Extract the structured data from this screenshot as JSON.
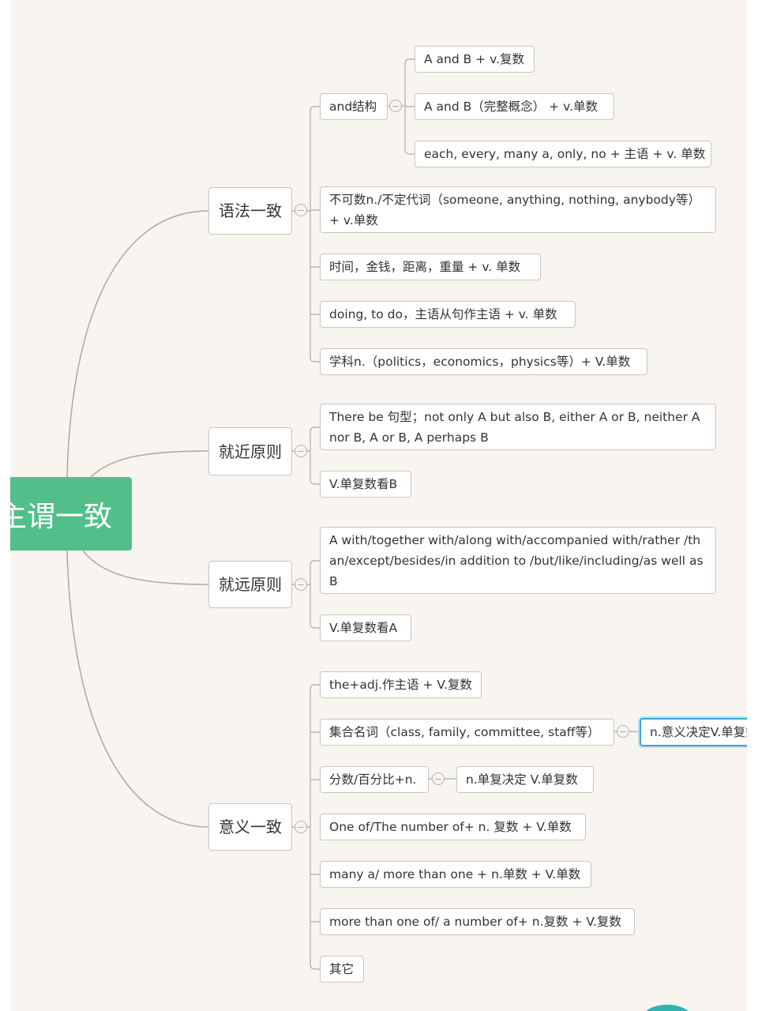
{
  "root": {
    "label": "主谓一致",
    "color": "#52bf8a"
  },
  "branches": [
    {
      "label": "语法一致",
      "children": [
        {
          "label": "and结构",
          "children": [
            "A and B + v.复数",
            "A and B（完整概念） + v.单数",
            "each, every, many a, only, no + 主语 + v. 单数"
          ]
        },
        {
          "label": "不可数n./不定代词（someone, anything, nothing, anybody等）+ v.单数"
        },
        {
          "label": "时间，金钱，距离，重量 + v. 单数"
        },
        {
          "label": "doing, to do，主语从句作主语 + v. 单数"
        },
        {
          "label": "学科n.（politics，economics，physics等）+ V.单数"
        }
      ]
    },
    {
      "label": "就近原则",
      "children": [
        {
          "label": "There be 句型；not only A but also B, either A or B, neither A nor B, A or B, A perhaps B"
        },
        {
          "label": "V.单复数看B"
        }
      ]
    },
    {
      "label": "就远原则",
      "children": [
        {
          "label": "A with/together with/along with/accompanied with/rather /than/except/besides/in addition to /but/like/including/as well as B"
        },
        {
          "label": "V.单复数看A"
        }
      ]
    },
    {
      "label": "意义一致",
      "children": [
        {
          "label": "the+adj.作主语 + V.复数"
        },
        {
          "label": "集合名词（class, family, committee, staff等）",
          "children": [
            "n.意义决定V.单复数"
          ]
        },
        {
          "label": "分数/百分比+n.",
          "children": [
            "n.单复决定 V.单复数"
          ]
        },
        {
          "label": "One of/The number of+ n. 复数 + V.单数"
        },
        {
          "label": "many a/ more than one + n.单数 + V.单数"
        },
        {
          "label": "more than one of/ a number of+ n.复数 + V.复数"
        },
        {
          "label": "其它"
        }
      ]
    }
  ],
  "selection_color": "#3aa6d0"
}
